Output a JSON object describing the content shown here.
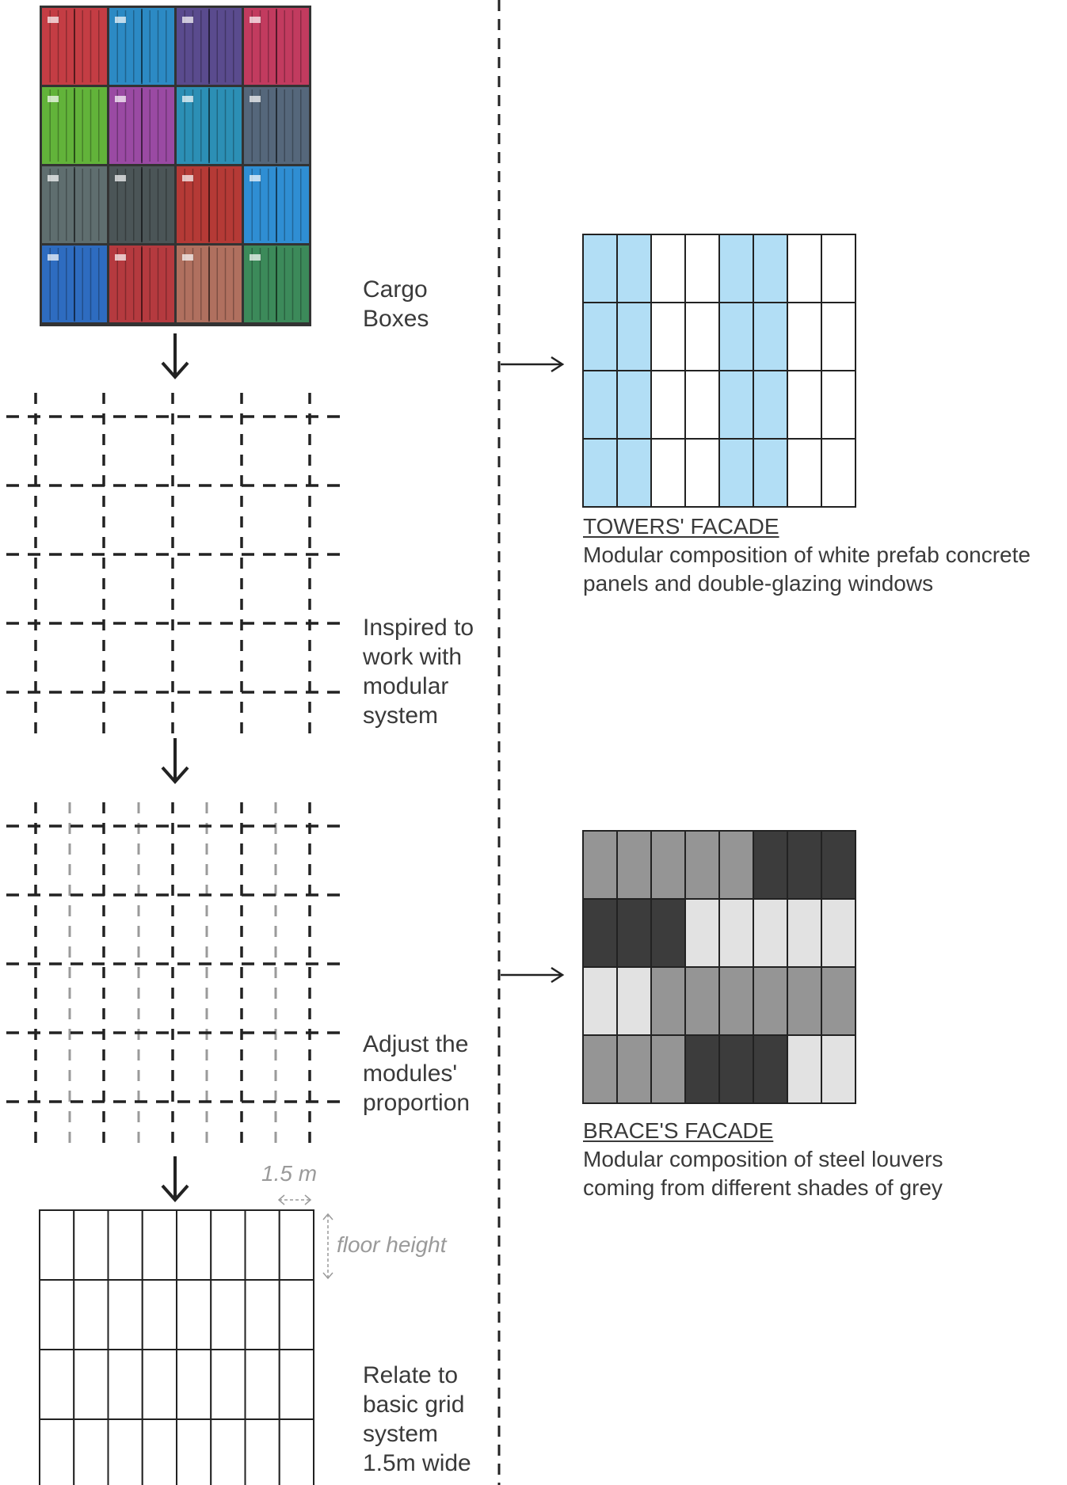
{
  "steps": [
    {
      "lines": [
        "Cargo",
        "Boxes"
      ]
    },
    {
      "lines": [
        "Inspired to",
        "work with",
        "modular",
        "system"
      ]
    },
    {
      "lines": [
        "Adjust the",
        "modules'",
        "proportion"
      ]
    },
    {
      "lines": [
        "Relate to",
        "basic grid",
        "system",
        "1.5m wide"
      ]
    }
  ],
  "annotations": {
    "module_width": "1.5 m",
    "floor_height": "floor height"
  },
  "towers": {
    "title": "TOWERS' FACADE",
    "desc": [
      "Modular composition of white prefab concrete",
      "panels and double-glazing windows"
    ],
    "pattern": [
      [
        "b",
        "b",
        "w",
        "w",
        "b",
        "b",
        "w",
        "w"
      ],
      [
        "b",
        "b",
        "w",
        "w",
        "b",
        "b",
        "w",
        "w"
      ],
      [
        "b",
        "b",
        "w",
        "w",
        "b",
        "b",
        "w",
        "w"
      ],
      [
        "b",
        "b",
        "w",
        "w",
        "b",
        "b",
        "w",
        "w"
      ]
    ]
  },
  "brace": {
    "title": "BRACE'S FACADE",
    "desc": [
      "Modular composition of steel louvers",
      "coming from different shades of grey"
    ],
    "pattern": [
      [
        "m",
        "m",
        "m",
        "m",
        "m",
        "d",
        "d",
        "d"
      ],
      [
        "d",
        "d",
        "d",
        "l",
        "l",
        "l",
        "l",
        "l"
      ],
      [
        "l",
        "l",
        "m",
        "m",
        "m",
        "m",
        "m",
        "m"
      ],
      [
        "m",
        "m",
        "m",
        "d",
        "d",
        "d",
        "l",
        "l"
      ]
    ]
  },
  "colors": {
    "ink": "#222222",
    "blue": "#b2def5",
    "white": "#ffffff",
    "grey_mid": "#959595",
    "grey_dark": "#3c3c3c",
    "grey_light": "#e2e2e2",
    "sub_grid": "#9a9a9a",
    "annotation": "#9a9a9a",
    "containers": [
      "#c43d44",
      "#2c8ac4",
      "#5a4b8e",
      "#c23b5f",
      "#62b33a",
      "#9a4aa3",
      "#2c8fb5",
      "#55677b",
      "#5f6e6f",
      "#4b5557",
      "#b53a36",
      "#2f8ed3",
      "#2e6cc0",
      "#b53a3f",
      "#b0705f",
      "#3c8a5a"
    ]
  }
}
